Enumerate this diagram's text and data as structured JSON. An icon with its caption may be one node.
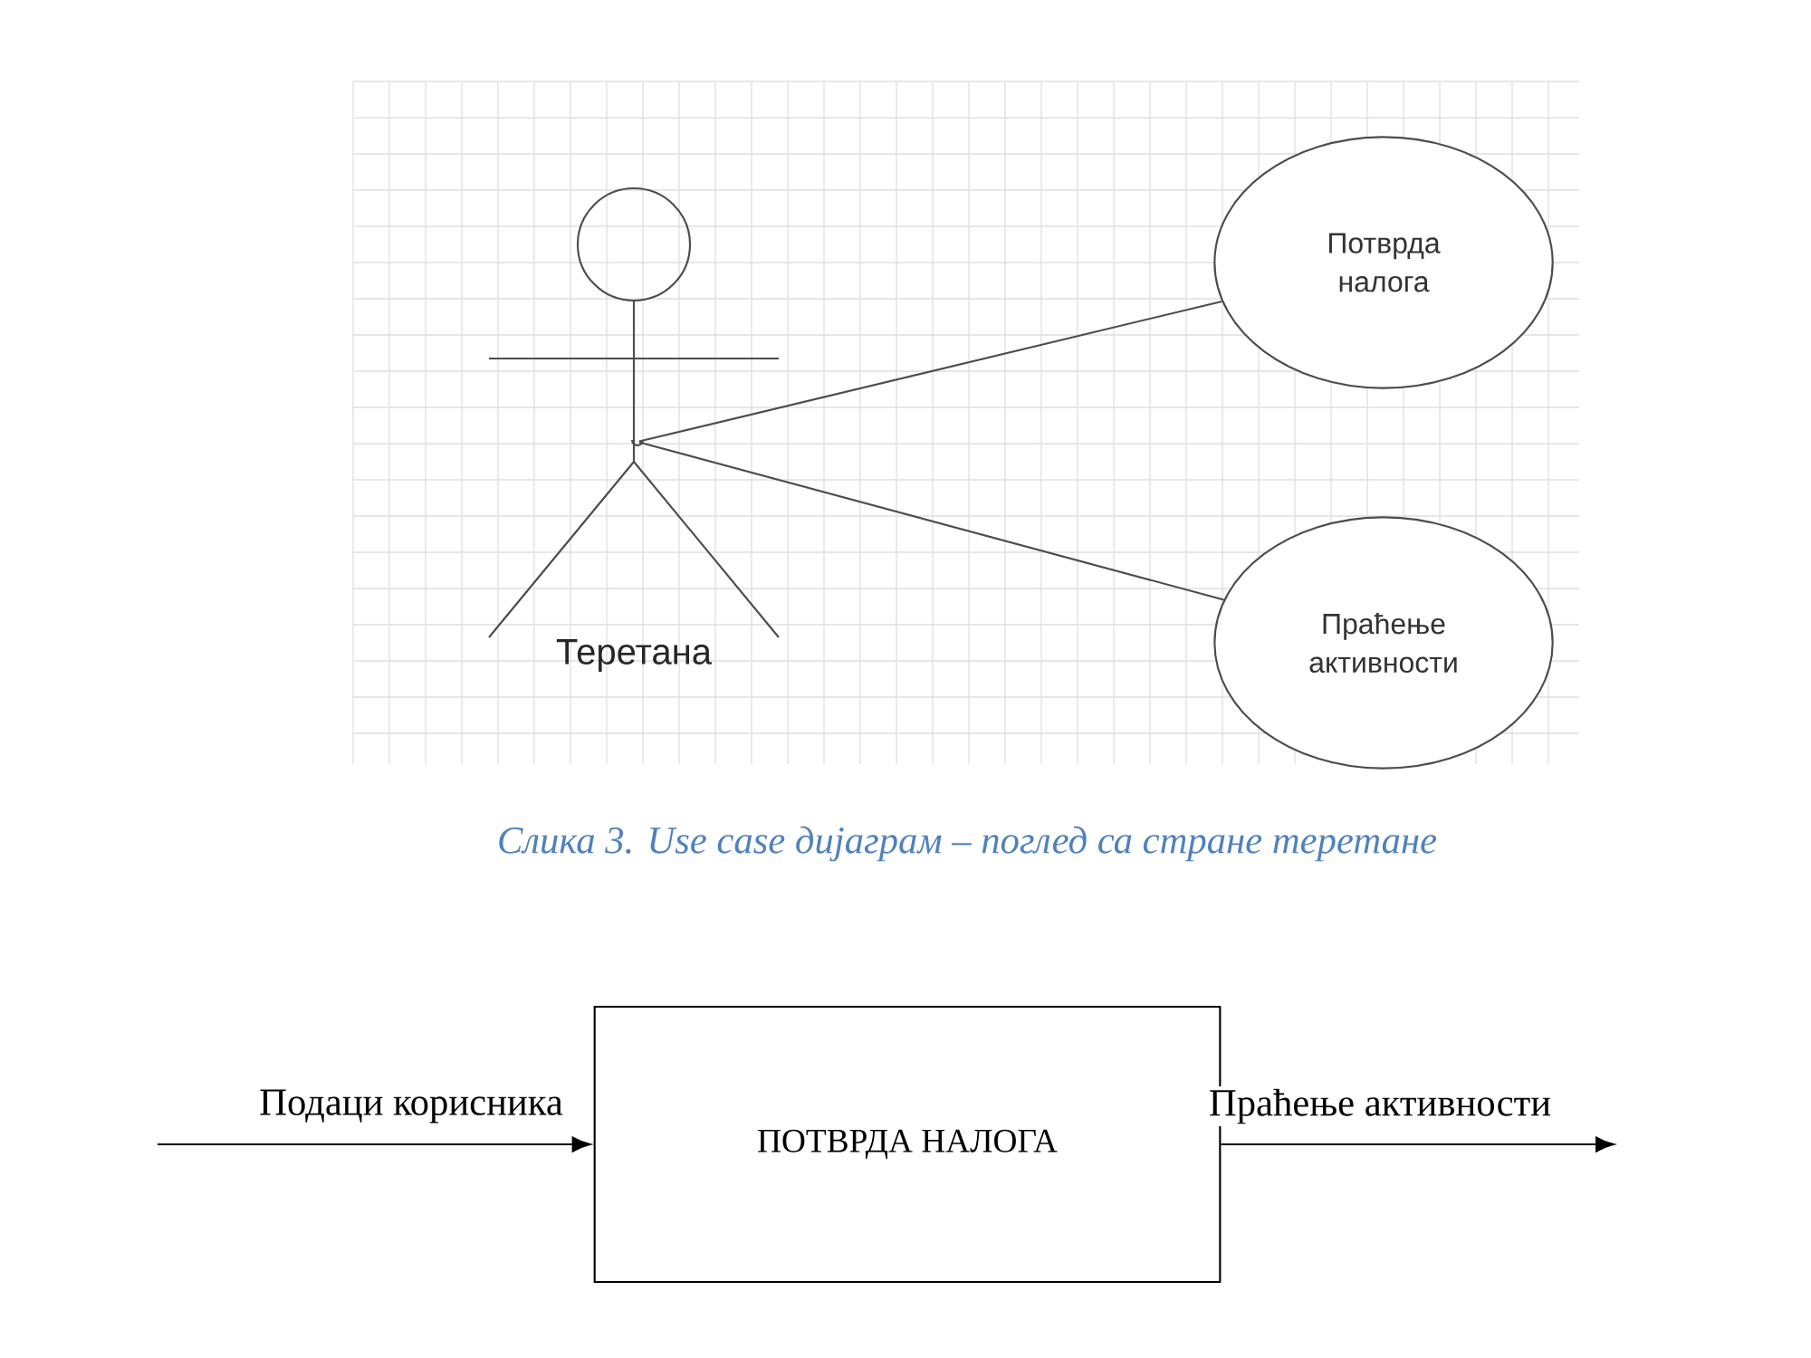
{
  "diagram": {
    "caption": "Слика 3. Use case дијаграм – поглед са стране теретане",
    "nodes": [
      {
        "text": [
          "Теретана"
        ]
      },
      {
        "text": [
          "Потврда налога"
        ]
      },
      {
        "text": [
          "Праћење активности"
        ]
      },
      {
        "text": [
          "ПОТВРДА НАЛОГА"
        ]
      }
    ],
    "edges": [
      {
        "from": 0,
        "to": 1,
        "arrow": "none"
      },
      {
        "from": 0,
        "to": 2,
        "arrow": "none"
      },
      {
        "from": null,
        "to": 3,
        "arrow": "to",
        "label": "Подаци корисника"
      },
      {
        "from": 3,
        "to": null,
        "arrow": "to",
        "label": "Праћење активности"
      }
    ]
  }
}
